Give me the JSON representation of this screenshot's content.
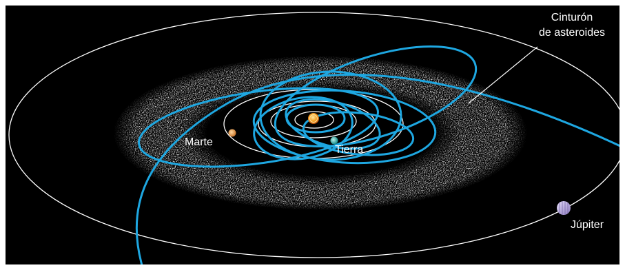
{
  "labels": {
    "asteroid_belt_line1": "Cinturón",
    "asteroid_belt_line2": "de asteroides",
    "mars": "Marte",
    "earth": "Tierra",
    "jupiter": "Júpiter"
  },
  "colors": {
    "background": "#000000",
    "planet_orbit": "#ffffff",
    "asteroid_orbit": "#1ea7e1",
    "sun": "#f39a1e",
    "mars": "#e9a552",
    "earth": "#1fb3b1",
    "jupiter": "#b7a8d8",
    "belt": "#8c8c8c"
  }
}
